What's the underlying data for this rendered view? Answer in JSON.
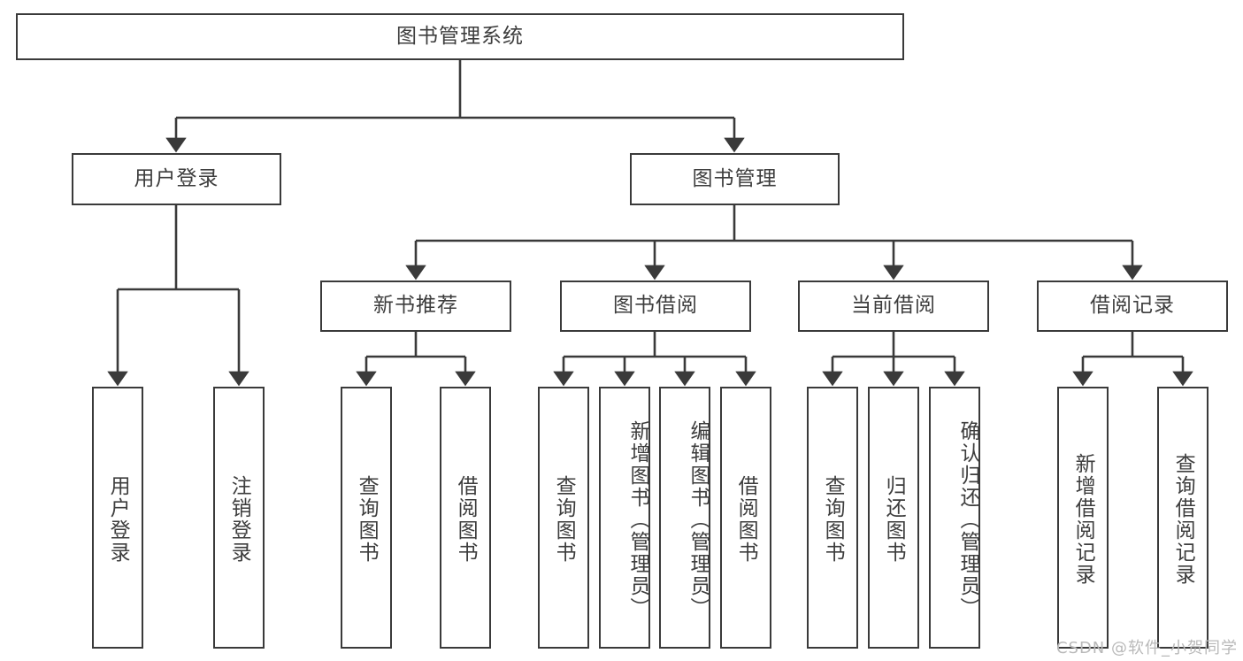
{
  "diagram": {
    "type": "tree-hierarchy-chart",
    "title": "图书管理系统",
    "root": {
      "id": "root",
      "label": "图书管理系统"
    },
    "level2": [
      {
        "id": "user-login",
        "label": "用户登录"
      },
      {
        "id": "book-management",
        "label": "图书管理"
      }
    ],
    "level3": [
      {
        "id": "new-book-recommend",
        "label": "新书推荐",
        "parent": "book-management"
      },
      {
        "id": "book-borrow",
        "label": "图书借阅",
        "parent": "book-management"
      },
      {
        "id": "current-borrow",
        "label": "当前借阅",
        "parent": "book-management"
      },
      {
        "id": "borrow-record",
        "label": "借阅记录",
        "parent": "book-management"
      }
    ],
    "leaves": [
      {
        "id": "leaf-user-login",
        "label": "用户登录",
        "parent": "user-login"
      },
      {
        "id": "leaf-logout",
        "label": "注销登录",
        "parent": "user-login"
      },
      {
        "id": "leaf-query-book-1",
        "label": "查询图书",
        "parent": "new-book-recommend"
      },
      {
        "id": "leaf-borrow-book-1",
        "label": "借阅图书",
        "parent": "new-book-recommend"
      },
      {
        "id": "leaf-query-book-2",
        "label": "查询图书",
        "parent": "book-borrow"
      },
      {
        "id": "leaf-add-book",
        "label": "新增图书（管理员）",
        "parent": "book-borrow"
      },
      {
        "id": "leaf-edit-book",
        "label": "编辑图书（管理员）",
        "parent": "book-borrow"
      },
      {
        "id": "leaf-borrow-book-2",
        "label": "借阅图书",
        "parent": "book-borrow"
      },
      {
        "id": "leaf-query-book-3",
        "label": "查询图书",
        "parent": "current-borrow"
      },
      {
        "id": "leaf-return-book",
        "label": "归还图书",
        "parent": "current-borrow"
      },
      {
        "id": "leaf-confirm-return",
        "label": "确认归还（管理员）",
        "parent": "current-borrow"
      },
      {
        "id": "leaf-add-record",
        "label": "新增借阅记录",
        "parent": "borrow-record"
      },
      {
        "id": "leaf-query-record",
        "label": "查询借阅记录",
        "parent": "borrow-record"
      }
    ],
    "style": {
      "stroke": "#3a3a3a",
      "fill": "#ffffff",
      "text": "#3d3d3d",
      "background": "#ffffff"
    }
  },
  "watermark": {
    "text": "CSDN @软件_小贺同学"
  }
}
